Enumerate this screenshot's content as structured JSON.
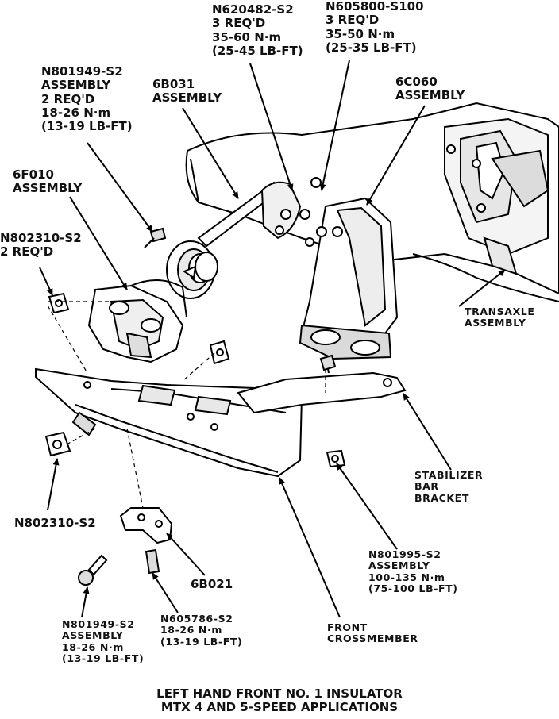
{
  "labels": {
    "n620482": [
      "N620482-S2",
      "3 REQ'D",
      "35-60 N·m",
      "(25-45 LB-FT)"
    ],
    "n605800": [
      "N605800-S100",
      "3 REQ'D",
      "35-50 N·m",
      "(25-35 LB-FT)"
    ],
    "n801949_top": [
      "N801949-S2",
      "ASSEMBLY",
      "2 REQ'D",
      "18-26 N·m",
      "(13-19 LB-FT)"
    ],
    "p6b031": [
      "6B031",
      "ASSEMBLY"
    ],
    "p6c060": [
      "6C060",
      "ASSEMBLY"
    ],
    "p6f010": [
      "6F010",
      "ASSEMBLY"
    ],
    "n802310_top": [
      "N802310-S2",
      "2 REQ'D"
    ],
    "transaxle": [
      "TRANSAXLE",
      "ASSEMBLY"
    ],
    "stabilizer": [
      "STABILIZER",
      "BAR",
      "BRACKET"
    ],
    "n802310_bottom": [
      "N802310-S2"
    ],
    "n801995": [
      "N801995-S2",
      "ASSEMBLY",
      "100-135 N·m",
      "(75-100 LB-FT)"
    ],
    "p6b021": [
      "6B021"
    ],
    "n801949_bottom": [
      "N801949-S2",
      "ASSEMBLY",
      "18-26 N·m",
      "(13-19 LB-FT)"
    ],
    "n605786": [
      "N605786-S2",
      "18-26 N·m",
      "(13-19 LB-FT)"
    ],
    "crossmember": [
      "FRONT",
      "CROSSMEMBER"
    ]
  },
  "caption": {
    "line1": "LEFT HAND FRONT NO. 1 INSULATOR",
    "line2": "MTX 4 AND 5-SPEED APPLICATIONS"
  }
}
